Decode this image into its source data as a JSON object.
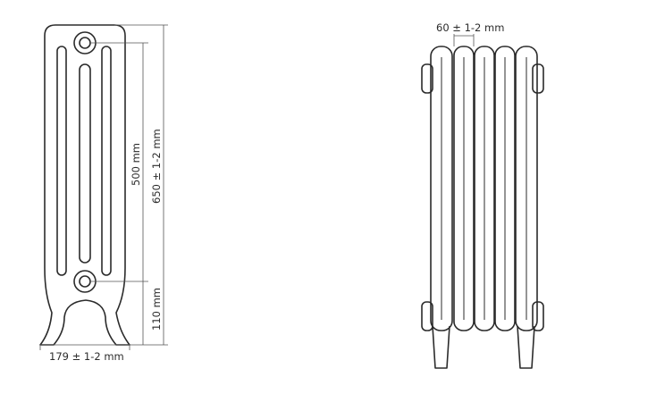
{
  "colors": {
    "line": "#2b2b2b",
    "dimension": "#555555",
    "background": "#ffffff"
  },
  "front_view": {
    "width_label": "179 ± 1-2 mm",
    "axle_spacing_label": "500 mm",
    "height_label": "650 ± 1-2 mm",
    "bottom_clearance_label": "110 mm"
  },
  "side_view": {
    "section_width_label": "60 ± 1-2 mm"
  }
}
